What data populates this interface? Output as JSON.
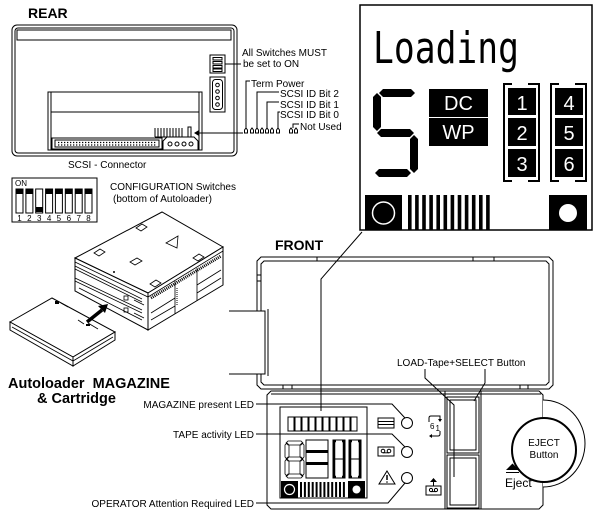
{
  "rear": {
    "title": "REAR",
    "switch_note": {
      "line1": "All Switches MUST",
      "line2": "be set to ON"
    },
    "pin_labels": {
      "term_power": "Term Power",
      "scsi_id_bit2": "SCSI ID Bit 2",
      "scsi_id_bit1": "SCSI ID Bit 1",
      "scsi_id_bit0": "SCSI ID Bit 0",
      "not_used": "Not Used"
    },
    "scsi_connector_label": "SCSI - Connector"
  },
  "config": {
    "on_label": "ON",
    "title": "CONFIGURATION Switches",
    "subtitle": "(bottom of Autoloader)",
    "switches": [
      {
        "number": "1",
        "state": "on"
      },
      {
        "number": "2",
        "state": "on"
      },
      {
        "number": "3",
        "state": "off"
      },
      {
        "number": "4",
        "state": "on"
      },
      {
        "number": "5",
        "state": "on"
      },
      {
        "number": "6",
        "state": "on"
      },
      {
        "number": "7",
        "state": "on"
      },
      {
        "number": "8",
        "state": "on"
      }
    ]
  },
  "magazine": {
    "line1": "Autoloader  MAGAZINE",
    "line2": "& Cartridge"
  },
  "lcd_detail": {
    "status_text": "Loading",
    "digit": "5",
    "flags": [
      "DC",
      "WP"
    ],
    "slots_left": [
      "1",
      "2",
      "3"
    ],
    "slots_right": [
      "4",
      "5",
      "6"
    ]
  },
  "front": {
    "title": "FRONT",
    "load_select_label": "LOAD-Tape+SELECT Button",
    "leds": [
      {
        "label": "MAGAZINE present LED",
        "icon": "magazine-icon",
        "state": "off"
      },
      {
        "label": "TAPE activity LED",
        "icon": "tape-cassette-icon",
        "state": "off"
      },
      {
        "label": "OPERATOR Attention Required LED",
        "icon": "warning-triangle-icon",
        "state": "off"
      }
    ],
    "cycle_icon_digits": [
      "6",
      "1"
    ],
    "eject_button": {
      "line1": "EJECT",
      "line2": "Button"
    },
    "eject_label": "Eject"
  }
}
